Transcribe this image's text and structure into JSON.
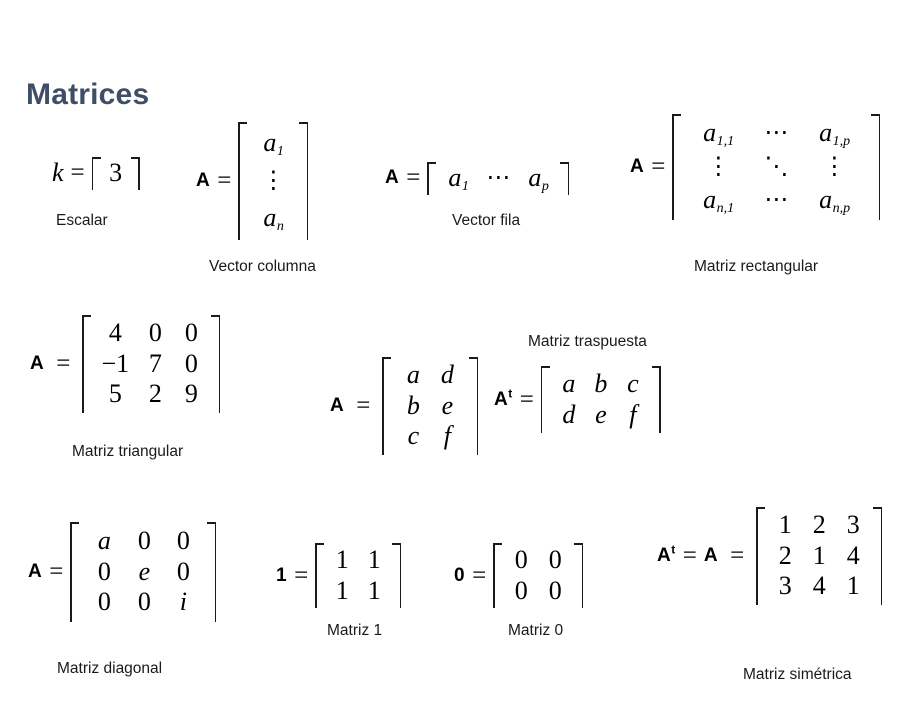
{
  "slide": {
    "title": "Matrices",
    "title_color": "#3E4E66",
    "background_color": "#ffffff"
  },
  "figures": {
    "scalar": {
      "label": "k",
      "equals": "=",
      "rows": [
        [
          "3"
        ]
      ],
      "caption": "Escalar"
    },
    "column_vector": {
      "label": "A",
      "equals": "=",
      "rows": [
        [
          "a",
          "1"
        ],
        [
          "⋮"
        ],
        [
          "a",
          "n"
        ]
      ],
      "cell_top_base": "a",
      "cell_top_sub": "1",
      "cell_mid": "⋮",
      "cell_bot_base": "a",
      "cell_bot_sub": "n",
      "caption": "Vector columna"
    },
    "row_vector": {
      "label": "A",
      "equals": "=",
      "cell_first_base": "a",
      "cell_first_sub": "1",
      "cell_dots": "⋯",
      "cell_last_base": "a",
      "cell_last_sub": "p",
      "caption": "Vector fila"
    },
    "rectangular": {
      "label": "A",
      "equals": "=",
      "c11_base": "a",
      "c11_sub": "1,1",
      "c12": "⋯",
      "c13_base": "a",
      "c13_sub": "1,p",
      "c21": "⋮",
      "c22": "⋱",
      "c23": "⋮",
      "c31_base": "a",
      "c31_sub": "n,1",
      "c32": "⋯",
      "c33_base": "a",
      "c33_sub": "n,p",
      "caption": "Matriz rectangular"
    },
    "triangular": {
      "label": "A",
      "equals": "=",
      "rows": [
        [
          "4",
          "0",
          "0"
        ],
        [
          "−1",
          "7",
          "0"
        ],
        [
          "5",
          "2",
          "9"
        ]
      ],
      "caption": "Matriz triangular"
    },
    "transpose_source": {
      "label": "A",
      "equals": "=",
      "rows": [
        [
          "a",
          "d"
        ],
        [
          "b",
          "e"
        ],
        [
          "c",
          "f"
        ]
      ]
    },
    "transpose_result": {
      "label": "A",
      "label_sup": "t",
      "equals": "=",
      "rows": [
        [
          "a",
          "b",
          "c"
        ],
        [
          "d",
          "e",
          "f"
        ]
      ],
      "caption": "Matriz traspuesta"
    },
    "diagonal": {
      "label": "A",
      "equals": "=",
      "rows": [
        [
          "a",
          "0",
          "0"
        ],
        [
          "0",
          "e",
          "0"
        ],
        [
          "0",
          "0",
          "i"
        ]
      ],
      "caption": "Matriz diagonal"
    },
    "ones": {
      "label": "1",
      "equals": "=",
      "rows": [
        [
          "1",
          "1"
        ],
        [
          "1",
          "1"
        ]
      ],
      "caption": "Matriz 1"
    },
    "zeros": {
      "label": "0",
      "equals": "=",
      "rows": [
        [
          "0",
          "0"
        ],
        [
          "0",
          "0"
        ]
      ],
      "caption": "Matriz 0"
    },
    "symmetric": {
      "label_t": "A",
      "label_t_sup": "t",
      "equals_1": "=",
      "label_a": "A",
      "equals_2": "=",
      "rows": [
        [
          "1",
          "2",
          "3"
        ],
        [
          "2",
          "1",
          "4"
        ],
        [
          "3",
          "4",
          "1"
        ]
      ],
      "caption": "Matriz simétrica"
    }
  }
}
